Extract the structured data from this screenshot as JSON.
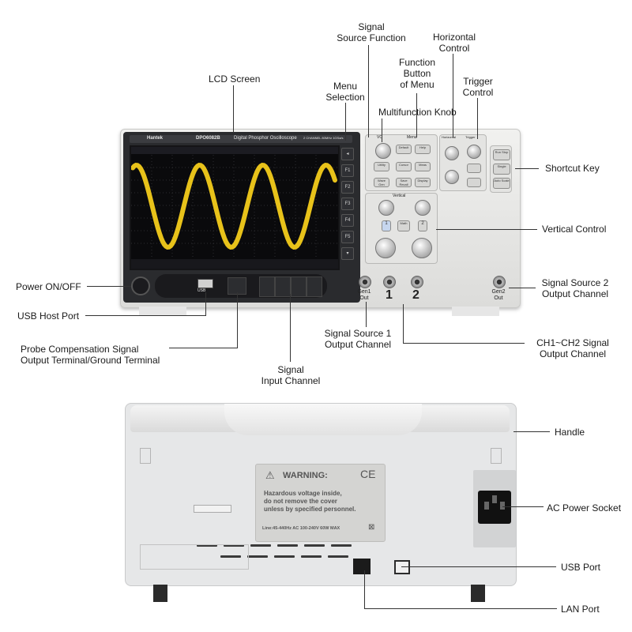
{
  "labels": {
    "signal_source_function": "Signal\nSource Function",
    "horizontal_control": "Horizontal\nControl",
    "function_button_menu": "Function\nButton\nof Menu",
    "trigger_control": "Trigger\nControl",
    "lcd_screen": "LCD Screen",
    "menu_selection": "Menu\nSelection",
    "multifunction_knob": "Multifunction Knob",
    "shortcut_key": "Shortcut Key",
    "vertical_control": "Vertical Control",
    "power_on_off": "Power ON/OFF",
    "signal_source_2": "Signal Source 2\nOutput Channel",
    "usb_host_port": "USB Host Port",
    "signal_source_1": "Signal Source 1\nOutput Channel",
    "ch1_ch2": "CH1~CH2 Signal\nOutput Channel",
    "probe_comp": "Probe Compensation Signal\nOutput Terminal/Ground Terminal",
    "signal_input": "Signal\nInput Channel",
    "handle": "Handle",
    "ac_power_socket": "AC Power Socket",
    "usb_port": "USB Port",
    "lan_port": "LAN Port"
  },
  "device": {
    "brand": "Hantek",
    "model": "DPO6082B",
    "subtitle": "Digital Phosphor Oscilloscope",
    "spec": "2 CHANNEL  80MHz 1GSa/s",
    "softkeys": [
      "F1",
      "F2",
      "F3",
      "F4",
      "F5"
    ],
    "gen1_label": "Gen1\nOut",
    "gen2_label": "Gen2\nOut",
    "ch1": "1",
    "ch2": "2",
    "usb_port_label": "USB",
    "panel_labels": {
      "vo": "VO",
      "menu": "Menu",
      "horizontal": "Horizontal",
      "trigger": "Trigger",
      "vertical": "Vertical",
      "default": "Default",
      "help": "Help",
      "utility": "Utility",
      "cursor": "Cursor",
      "meas": "Meas",
      "wave_gen": "Wave Gen",
      "save_recall": "Save Recall",
      "display": "Display",
      "math": "Math",
      "run_stop": "Run Stop",
      "single": "Single",
      "auto_scale": "Auto Scale"
    }
  },
  "back": {
    "warning_title": "WARNING:",
    "ce_mark": "CE",
    "warning_body": "Hazardous voltage inside,\ndo not remove the cover\nunless by specified personnel.",
    "power_spec": "Line:45-440Hz AC 100-240V 60W MAX"
  },
  "colors": {
    "waveform": "#e8c21a",
    "screen_bg": "#0a0a0c",
    "panel": "#2a2b2e"
  }
}
